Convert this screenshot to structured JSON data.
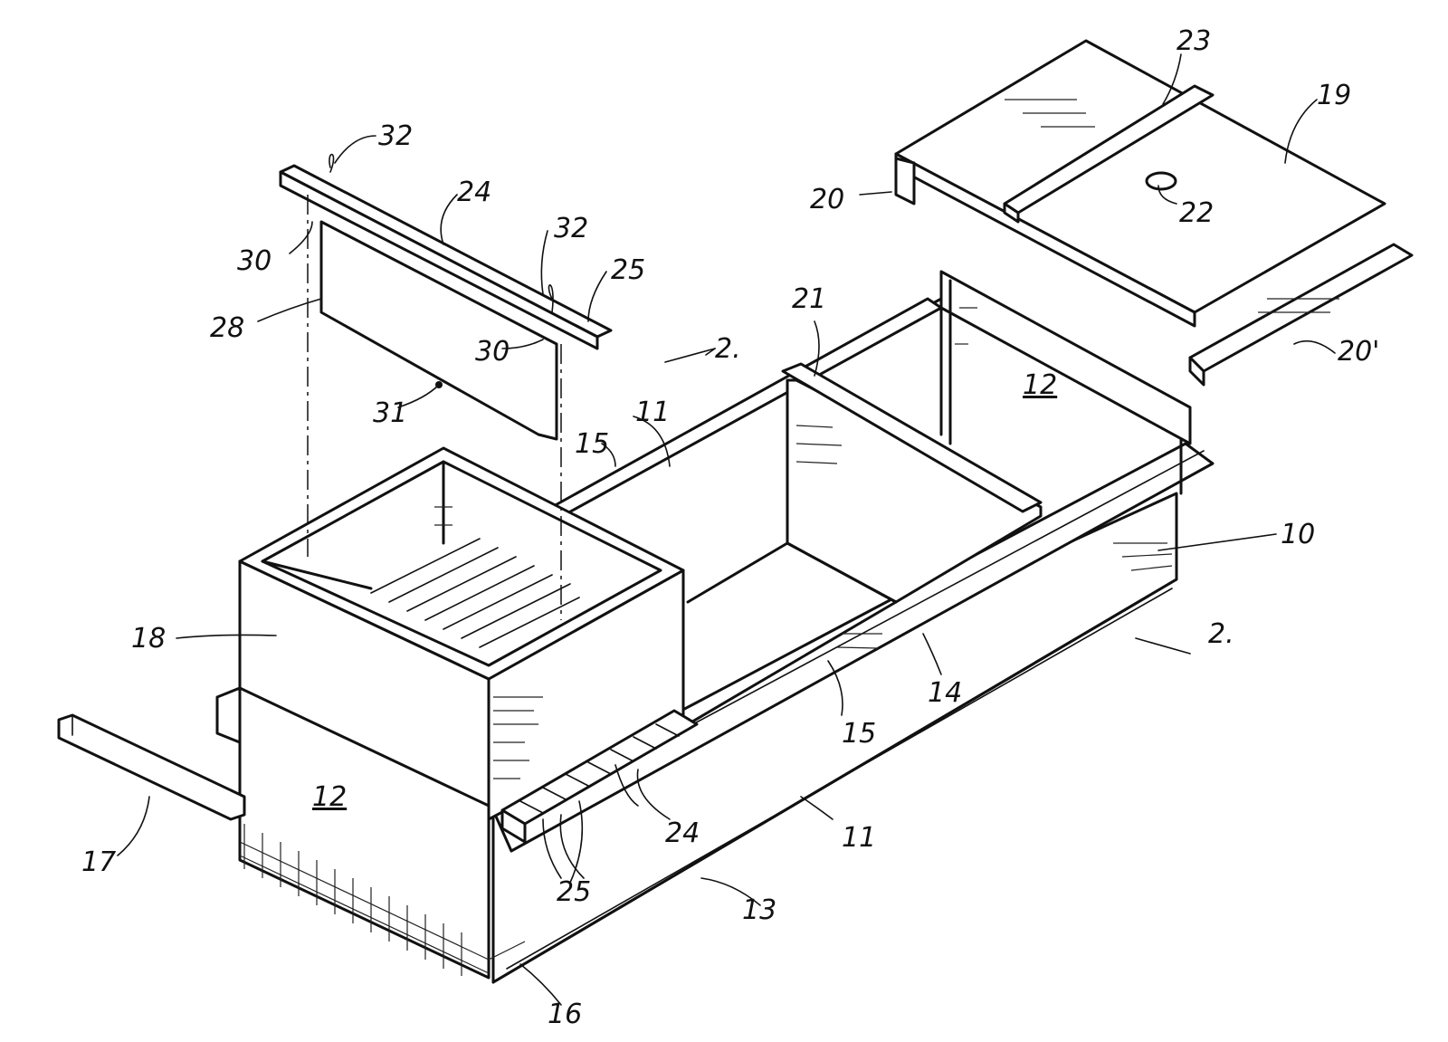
{
  "labels": [
    {
      "id": "ref-32-a",
      "text": "32"
    },
    {
      "id": "ref-24-top",
      "text": "24"
    },
    {
      "id": "ref-30-a",
      "text": "30"
    },
    {
      "id": "ref-32-b",
      "text": "32"
    },
    {
      "id": "ref-25-top",
      "text": "25"
    },
    {
      "id": "ref-28",
      "text": "28"
    },
    {
      "id": "ref-30-b",
      "text": "30"
    },
    {
      "id": "ref-31",
      "text": "31"
    },
    {
      "id": "ref-23",
      "text": "23"
    },
    {
      "id": "ref-19",
      "text": "19"
    },
    {
      "id": "ref-20",
      "text": "20"
    },
    {
      "id": "ref-22",
      "text": "22"
    },
    {
      "id": "ref-20-prime",
      "text": "20'"
    },
    {
      "id": "ref-21",
      "text": "21"
    },
    {
      "id": "ref-12-back",
      "text": "12"
    },
    {
      "id": "ref-2-a",
      "text": "2."
    },
    {
      "id": "ref-11-top",
      "text": "11"
    },
    {
      "id": "ref-15-top",
      "text": "15"
    },
    {
      "id": "ref-10",
      "text": "10"
    },
    {
      "id": "ref-18",
      "text": "18"
    },
    {
      "id": "ref-2-b",
      "text": "2."
    },
    {
      "id": "ref-14",
      "text": "14"
    },
    {
      "id": "ref-15-front",
      "text": "15"
    },
    {
      "id": "ref-12-front",
      "text": "12"
    },
    {
      "id": "ref-24-front",
      "text": "24"
    },
    {
      "id": "ref-11-front",
      "text": "11"
    },
    {
      "id": "ref-17",
      "text": "17"
    },
    {
      "id": "ref-25-front",
      "text": "25"
    },
    {
      "id": "ref-13",
      "text": "13"
    },
    {
      "id": "ref-16",
      "text": "16"
    }
  ]
}
